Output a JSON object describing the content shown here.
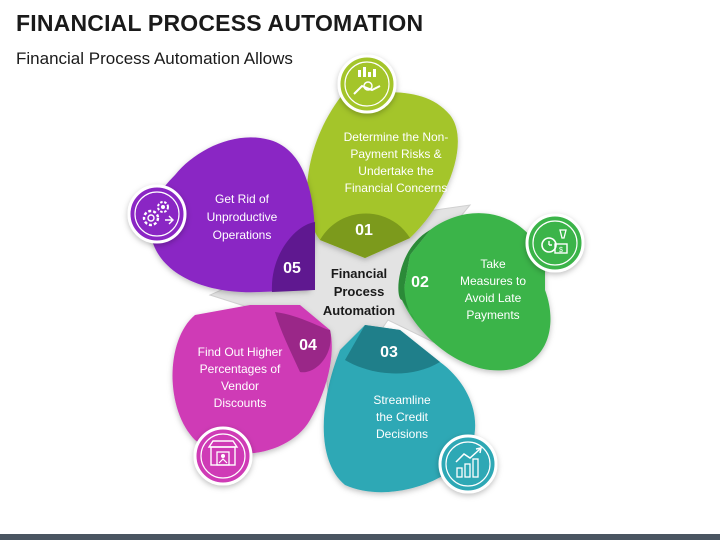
{
  "header": {
    "title": "FINANCIAL PROCESS AUTOMATION",
    "subtitle": "Financial Process Automation Allows"
  },
  "center": {
    "lines": [
      "Financial",
      "Process",
      "Automation"
    ]
  },
  "steps": [
    {
      "number": "01",
      "lines": [
        "Determine the Non-",
        "Payment Risks &",
        "Undertake the",
        "Financial Concerns"
      ],
      "color": "#a4c52a",
      "icon": "money-hand-icon"
    },
    {
      "number": "02",
      "lines": [
        "Take",
        "Measures to",
        "Avoid Late",
        "Payments"
      ],
      "color": "#3ab449",
      "icon": "stopwatch-dollar-icon"
    },
    {
      "number": "03",
      "lines": [
        "Streamline",
        "the Credit",
        "Decisions"
      ],
      "color": "#2ea8b5",
      "icon": "growth-chart-icon"
    },
    {
      "number": "04",
      "lines": [
        "Find Out Higher",
        "Percentages of",
        "Vendor",
        "Discounts"
      ],
      "color": "#cf3bb6",
      "icon": "storefront-icon"
    },
    {
      "number": "05",
      "lines": [
        "Get Rid of",
        "Unproductive",
        "Operations"
      ],
      "color": "#8a27c4",
      "icon": "gears-icon"
    }
  ]
}
